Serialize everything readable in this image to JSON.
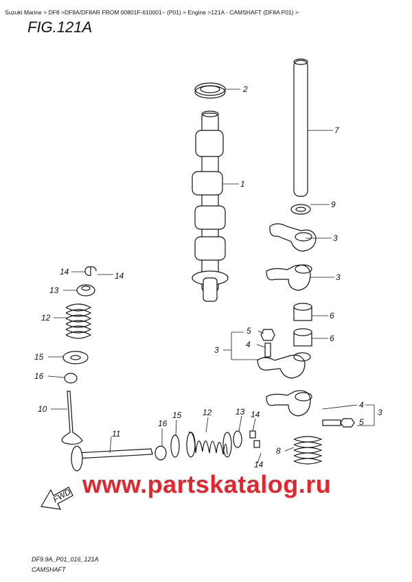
{
  "breadcrumb": [
    "Suzuki Marine >",
    "DF8 >",
    "DF8A/DF8AR FROM 00801F-610001~ (P01) >",
    "Engine >",
    "121A - CAMSHAFT (DF8A P01) >"
  ],
  "figure_title": "FIG.121A",
  "callouts": [
    "2",
    "7",
    "1",
    "9",
    "3",
    "3",
    "14",
    "14",
    "13",
    "12",
    "6",
    "6",
    "5",
    "4",
    "3",
    "15",
    "16",
    "10",
    "11",
    "16",
    "15",
    "12",
    "13",
    "14",
    "4",
    "3",
    "5",
    "8",
    "14"
  ],
  "fwd_label": "FWD",
  "watermark": "www.partskatalog.ru",
  "drawing_code": "DF9.9A_P01_016_121A",
  "drawing_name": "CAMSHAFT",
  "colors": {
    "watermark": "#e3262b",
    "lines": "#111111"
  }
}
